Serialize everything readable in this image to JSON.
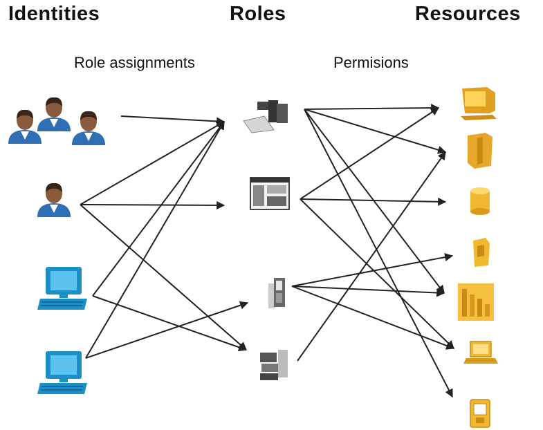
{
  "headers": {
    "identities": "Identities",
    "roles": "Roles",
    "resources": "Resources"
  },
  "subheaders": {
    "role_assignments": "Role assignments",
    "permissions": "Permisions"
  },
  "identities": [
    {
      "id": "user-group",
      "icon": "user-group-icon"
    },
    {
      "id": "single-user",
      "icon": "user-icon"
    },
    {
      "id": "computer-1",
      "icon": "computer-icon"
    },
    {
      "id": "computer-2",
      "icon": "computer-icon"
    }
  ],
  "roles": [
    {
      "id": "role-1",
      "icon": "role-folder-icon"
    },
    {
      "id": "role-2",
      "icon": "role-window-icon"
    },
    {
      "id": "role-3",
      "icon": "role-panel-icon"
    },
    {
      "id": "role-4",
      "icon": "role-server-icon"
    }
  ],
  "resources": [
    {
      "id": "res-1",
      "icon": "monitor-icon"
    },
    {
      "id": "res-2",
      "icon": "folder-icon"
    },
    {
      "id": "res-3",
      "icon": "database-icon"
    },
    {
      "id": "res-4",
      "icon": "document-icon"
    },
    {
      "id": "res-5",
      "icon": "bar-chart-icon"
    },
    {
      "id": "res-6",
      "icon": "laptop-icon"
    },
    {
      "id": "res-7",
      "icon": "handheld-icon"
    }
  ],
  "role_assignments": [
    {
      "from": "user-group",
      "to": "role-1"
    },
    {
      "from": "single-user",
      "to": "role-1"
    },
    {
      "from": "single-user",
      "to": "role-2"
    },
    {
      "from": "single-user",
      "to": "role-4"
    },
    {
      "from": "computer-1",
      "to": "role-4"
    },
    {
      "from": "computer-1",
      "to": "role-1"
    },
    {
      "from": "computer-2",
      "to": "role-1"
    },
    {
      "from": "computer-2",
      "to": "role-3"
    }
  ],
  "permissions": [
    {
      "from": "role-1",
      "to": "res-1"
    },
    {
      "from": "role-1",
      "to": "res-2"
    },
    {
      "from": "role-1",
      "to": "res-5"
    },
    {
      "from": "role-1",
      "to": "res-7"
    },
    {
      "from": "role-2",
      "to": "res-1"
    },
    {
      "from": "role-2",
      "to": "res-3"
    },
    {
      "from": "role-2",
      "to": "res-6"
    },
    {
      "from": "role-3",
      "to": "res-4"
    },
    {
      "from": "role-3",
      "to": "res-5"
    },
    {
      "from": "role-3",
      "to": "res-6"
    },
    {
      "from": "role-4",
      "to": "res-2"
    }
  ],
  "colors": {
    "person_shirt": "#2f6fb4",
    "person_skin": "#8a5a3c",
    "computer": "#1c8fc6",
    "resource": "#f0b830",
    "role": "#555555",
    "arrow": "#222222"
  }
}
